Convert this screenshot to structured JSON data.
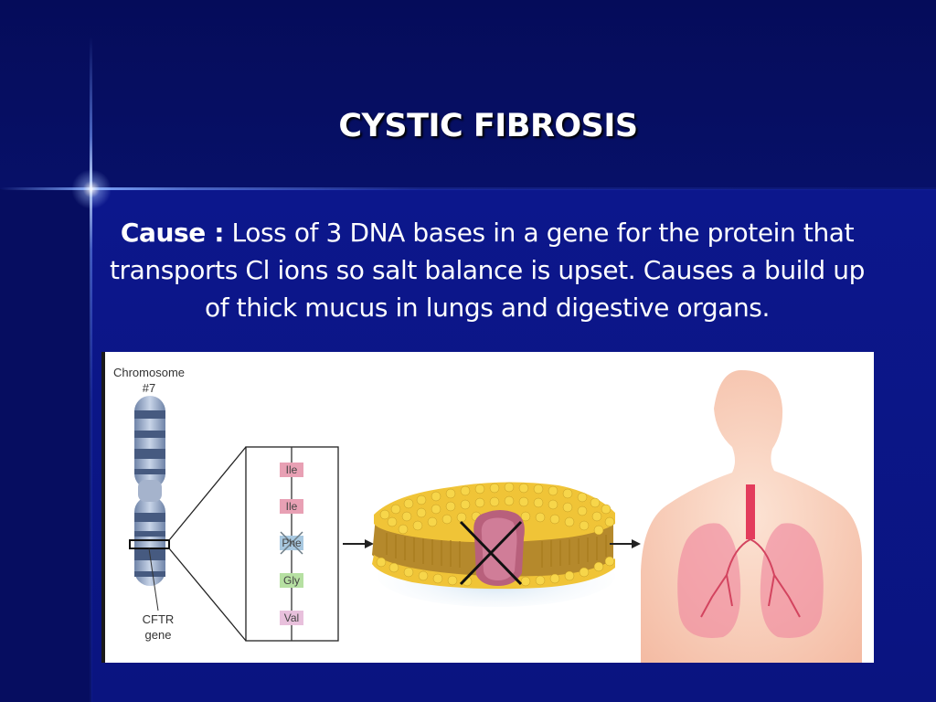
{
  "slide": {
    "title": "CYSTIC FIBROSIS",
    "cause_label": "Cause :",
    "cause_text": " Loss of 3 DNA bases in a gene for the protein that transports Cl ions so salt balance is upset. Causes a build up of thick mucus in lungs and digestive organs."
  },
  "figure": {
    "chromosome_label_line1": "Chromosome",
    "chromosome_label_line2": "#7",
    "gene_label_line1": "CFTR",
    "gene_label_line2": "gene",
    "amino_acids": [
      {
        "label": "Ile",
        "color": "#e8a0b4"
      },
      {
        "label": "Ile",
        "color": "#e8a0b4"
      },
      {
        "label": "Phe",
        "color": "#a8c8e0",
        "crossed": true
      },
      {
        "label": "Gly",
        "color": "#b6e0a2"
      },
      {
        "label": "Val",
        "color": "#e8c0dc"
      }
    ]
  },
  "colors": {
    "background": "#0a1378",
    "text": "#ffffff",
    "figure_background": "#ffffff"
  }
}
